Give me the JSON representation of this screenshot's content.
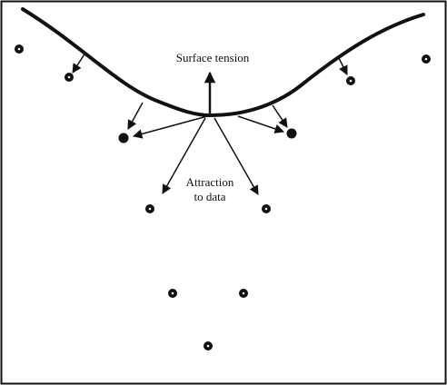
{
  "labels": {
    "surface_tension": "Surface tension",
    "attraction_line1": "Attraction",
    "attraction_line2": "to data"
  },
  "colors": {
    "ink": "#111111",
    "background": "#ffffff"
  }
}
